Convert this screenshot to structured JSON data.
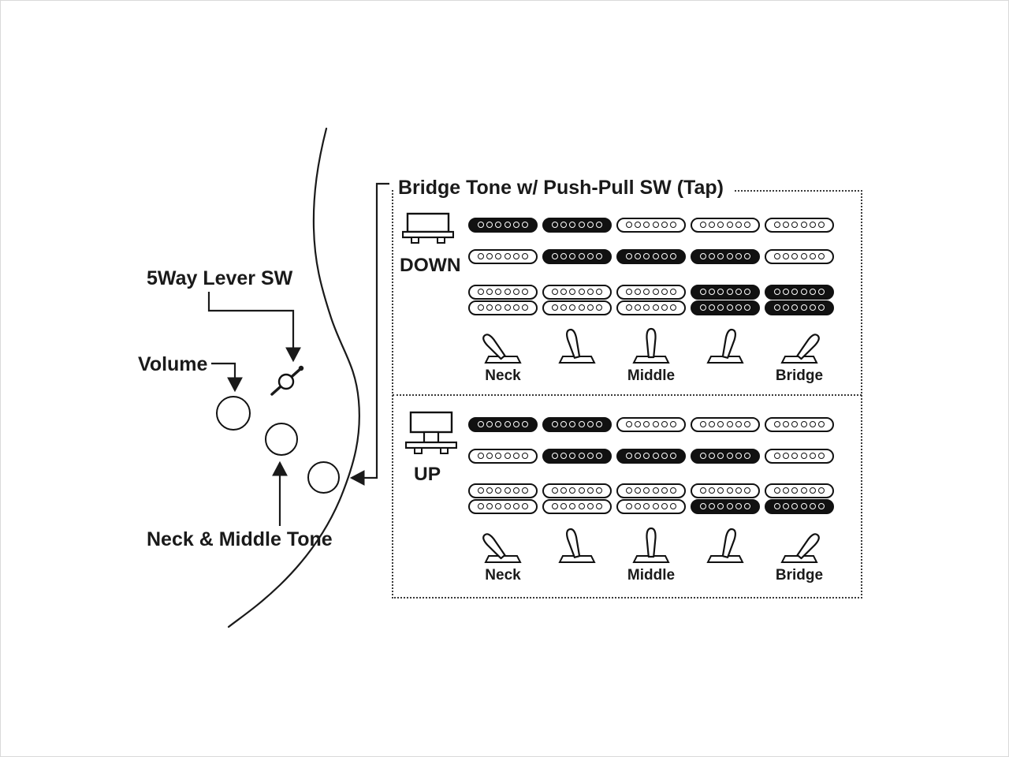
{
  "canvas": {
    "background": "#ffffff",
    "line_color": "#1a1a1a"
  },
  "left_labels": {
    "lever_sw": "5Way Lever SW",
    "volume": "Volume",
    "tone": "Neck & Middle Tone"
  },
  "panel": {
    "title": "Bridge Tone w/ Push-Pull SW (Tap)",
    "sections": [
      {
        "id": "down",
        "label": "DOWN",
        "position_labels": [
          "Neck",
          "Middle",
          "Bridge"
        ],
        "pickups": {
          "neck": [
            1,
            1,
            0,
            0,
            0
          ],
          "middle": [
            0,
            1,
            1,
            1,
            0
          ],
          "bridge_top": [
            0,
            0,
            0,
            1,
            1
          ],
          "bridge_bottom": [
            0,
            0,
            0,
            1,
            1
          ]
        }
      },
      {
        "id": "up",
        "label": "UP",
        "position_labels": [
          "Neck",
          "Middle",
          "Bridge"
        ],
        "pickups": {
          "neck": [
            1,
            1,
            0,
            0,
            0
          ],
          "middle": [
            0,
            1,
            1,
            1,
            0
          ],
          "bridge_top": [
            0,
            0,
            0,
            0,
            0
          ],
          "bridge_bottom": [
            0,
            0,
            0,
            1,
            1
          ]
        }
      }
    ]
  }
}
